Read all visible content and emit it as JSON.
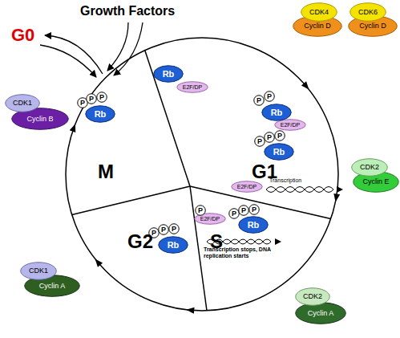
{
  "diagram": {
    "nodes": [
      {
        "text": [
          "Rb"
        ]
      },
      {
        "text": [
          "E2F/DP"
        ]
      },
      {
        "text": [
          "CDK4"
        ]
      },
      {
        "text": [
          "Cyclin D"
        ]
      },
      {
        "text": [
          "CDK6"
        ]
      },
      {
        "text": [
          "Cyclin D"
        ]
      },
      {
        "text": [
          "CDK1"
        ]
      },
      {
        "text": [
          "Cyclin B"
        ]
      },
      {
        "text": [
          "P"
        ]
      },
      {
        "text": [
          "P"
        ]
      },
      {
        "text": [
          "P"
        ]
      },
      {
        "text": [
          "Rb"
        ]
      },
      {
        "text": [
          "P"
        ]
      },
      {
        "text": [
          "P"
        ]
      },
      {
        "text": [
          "Rb"
        ]
      },
      {
        "text": [
          "E2F/DP"
        ]
      },
      {
        "text": [
          "P"
        ]
      },
      {
        "text": [
          "P"
        ]
      },
      {
        "text": [
          "P"
        ]
      },
      {
        "text": [
          "Rb"
        ]
      },
      {
        "text": [
          "E2F/DP"
        ]
      },
      {
        "text": [
          "CDK2"
        ]
      },
      {
        "text": [
          "Cyclin E"
        ]
      },
      {
        "text": [
          "P"
        ]
      },
      {
        "text": [
          "E2F/DP"
        ]
      },
      {
        "text": [
          "P"
        ]
      },
      {
        "text": [
          "P"
        ]
      },
      {
        "text": [
          "P"
        ]
      },
      {
        "text": [
          "Rb"
        ]
      },
      {
        "text": [
          "P"
        ]
      },
      {
        "text": [
          "P"
        ]
      },
      {
        "text": [
          "P"
        ]
      },
      {
        "text": [
          "Rb"
        ]
      },
      {
        "text": [
          "CDK1"
        ]
      },
      {
        "text": [
          "Cyclin A"
        ]
      },
      {
        "text": [
          "CDK2"
        ]
      },
      {
        "text": [
          "Cyclin A"
        ]
      }
    ],
    "labels": [
      "Growth Factors",
      "G0",
      "M",
      "G1",
      "Transcription",
      "G2",
      "S",
      "Transcription stops, DNA replication starts"
    ]
  }
}
